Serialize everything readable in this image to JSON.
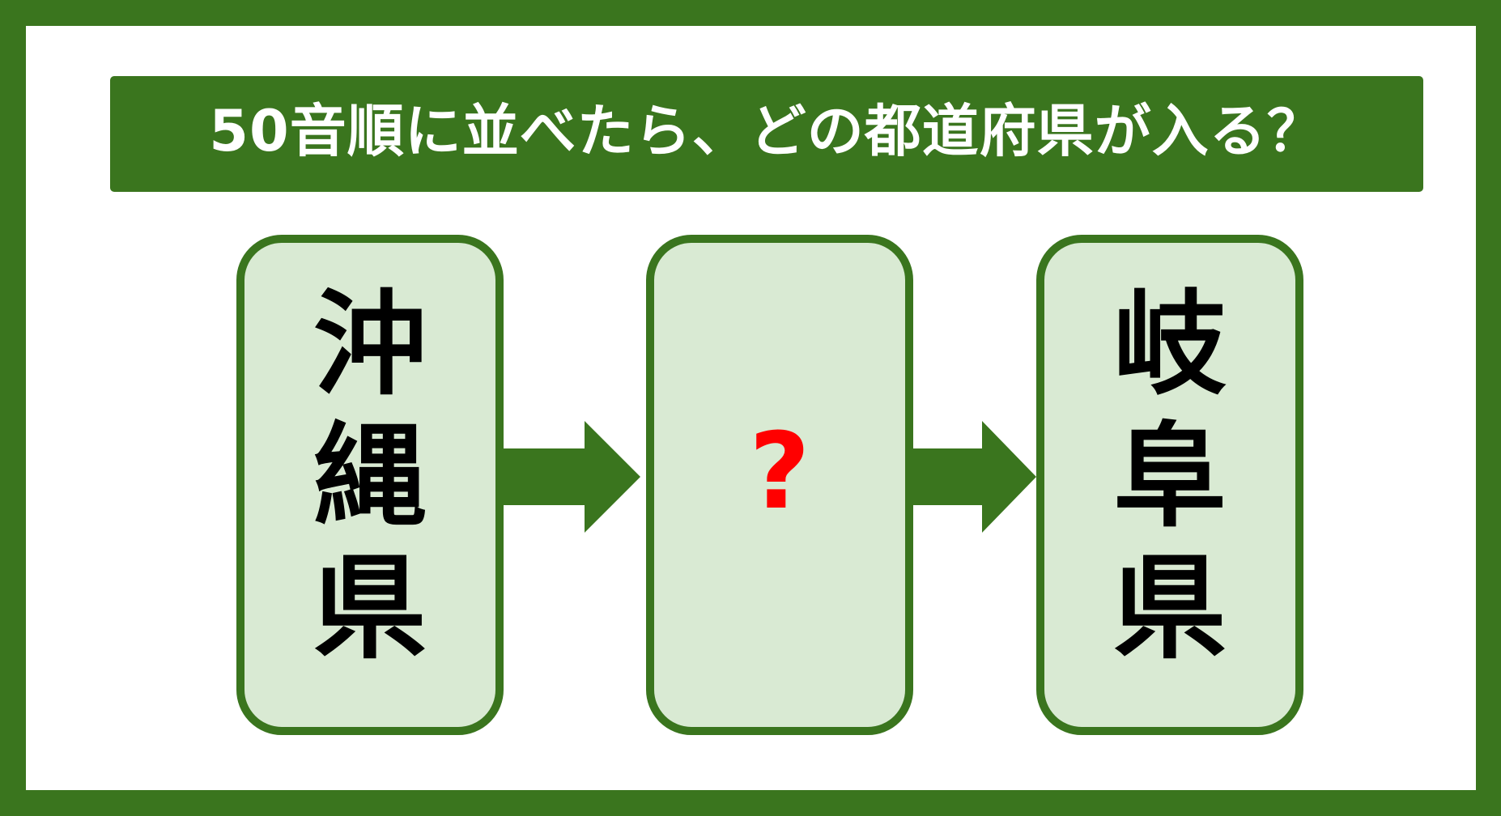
{
  "title": "50音順に並べたら、どの都道府県が入る？",
  "colors": {
    "frame": "#3a751e",
    "banner": "#3a751e",
    "card_fill": "#d9ead3",
    "card_border": "#3a751e",
    "arrow": "#3a751e",
    "unknown_mark": "#ff0000",
    "text_dark": "#000000",
    "text_light": "#ffffff"
  },
  "sequence": [
    {
      "prefecture": "沖縄県",
      "chars": [
        "沖",
        "縄",
        "県"
      ]
    },
    {
      "prefecture": "？",
      "unknown": true,
      "mark": "?"
    },
    {
      "prefecture": "岐阜県",
      "chars": [
        "岐",
        "阜",
        "県"
      ]
    }
  ],
  "arrows": [
    {
      "icon": "right-arrow-icon",
      "from": 0,
      "to": 1
    },
    {
      "icon": "right-arrow-icon",
      "from": 1,
      "to": 2
    }
  ]
}
